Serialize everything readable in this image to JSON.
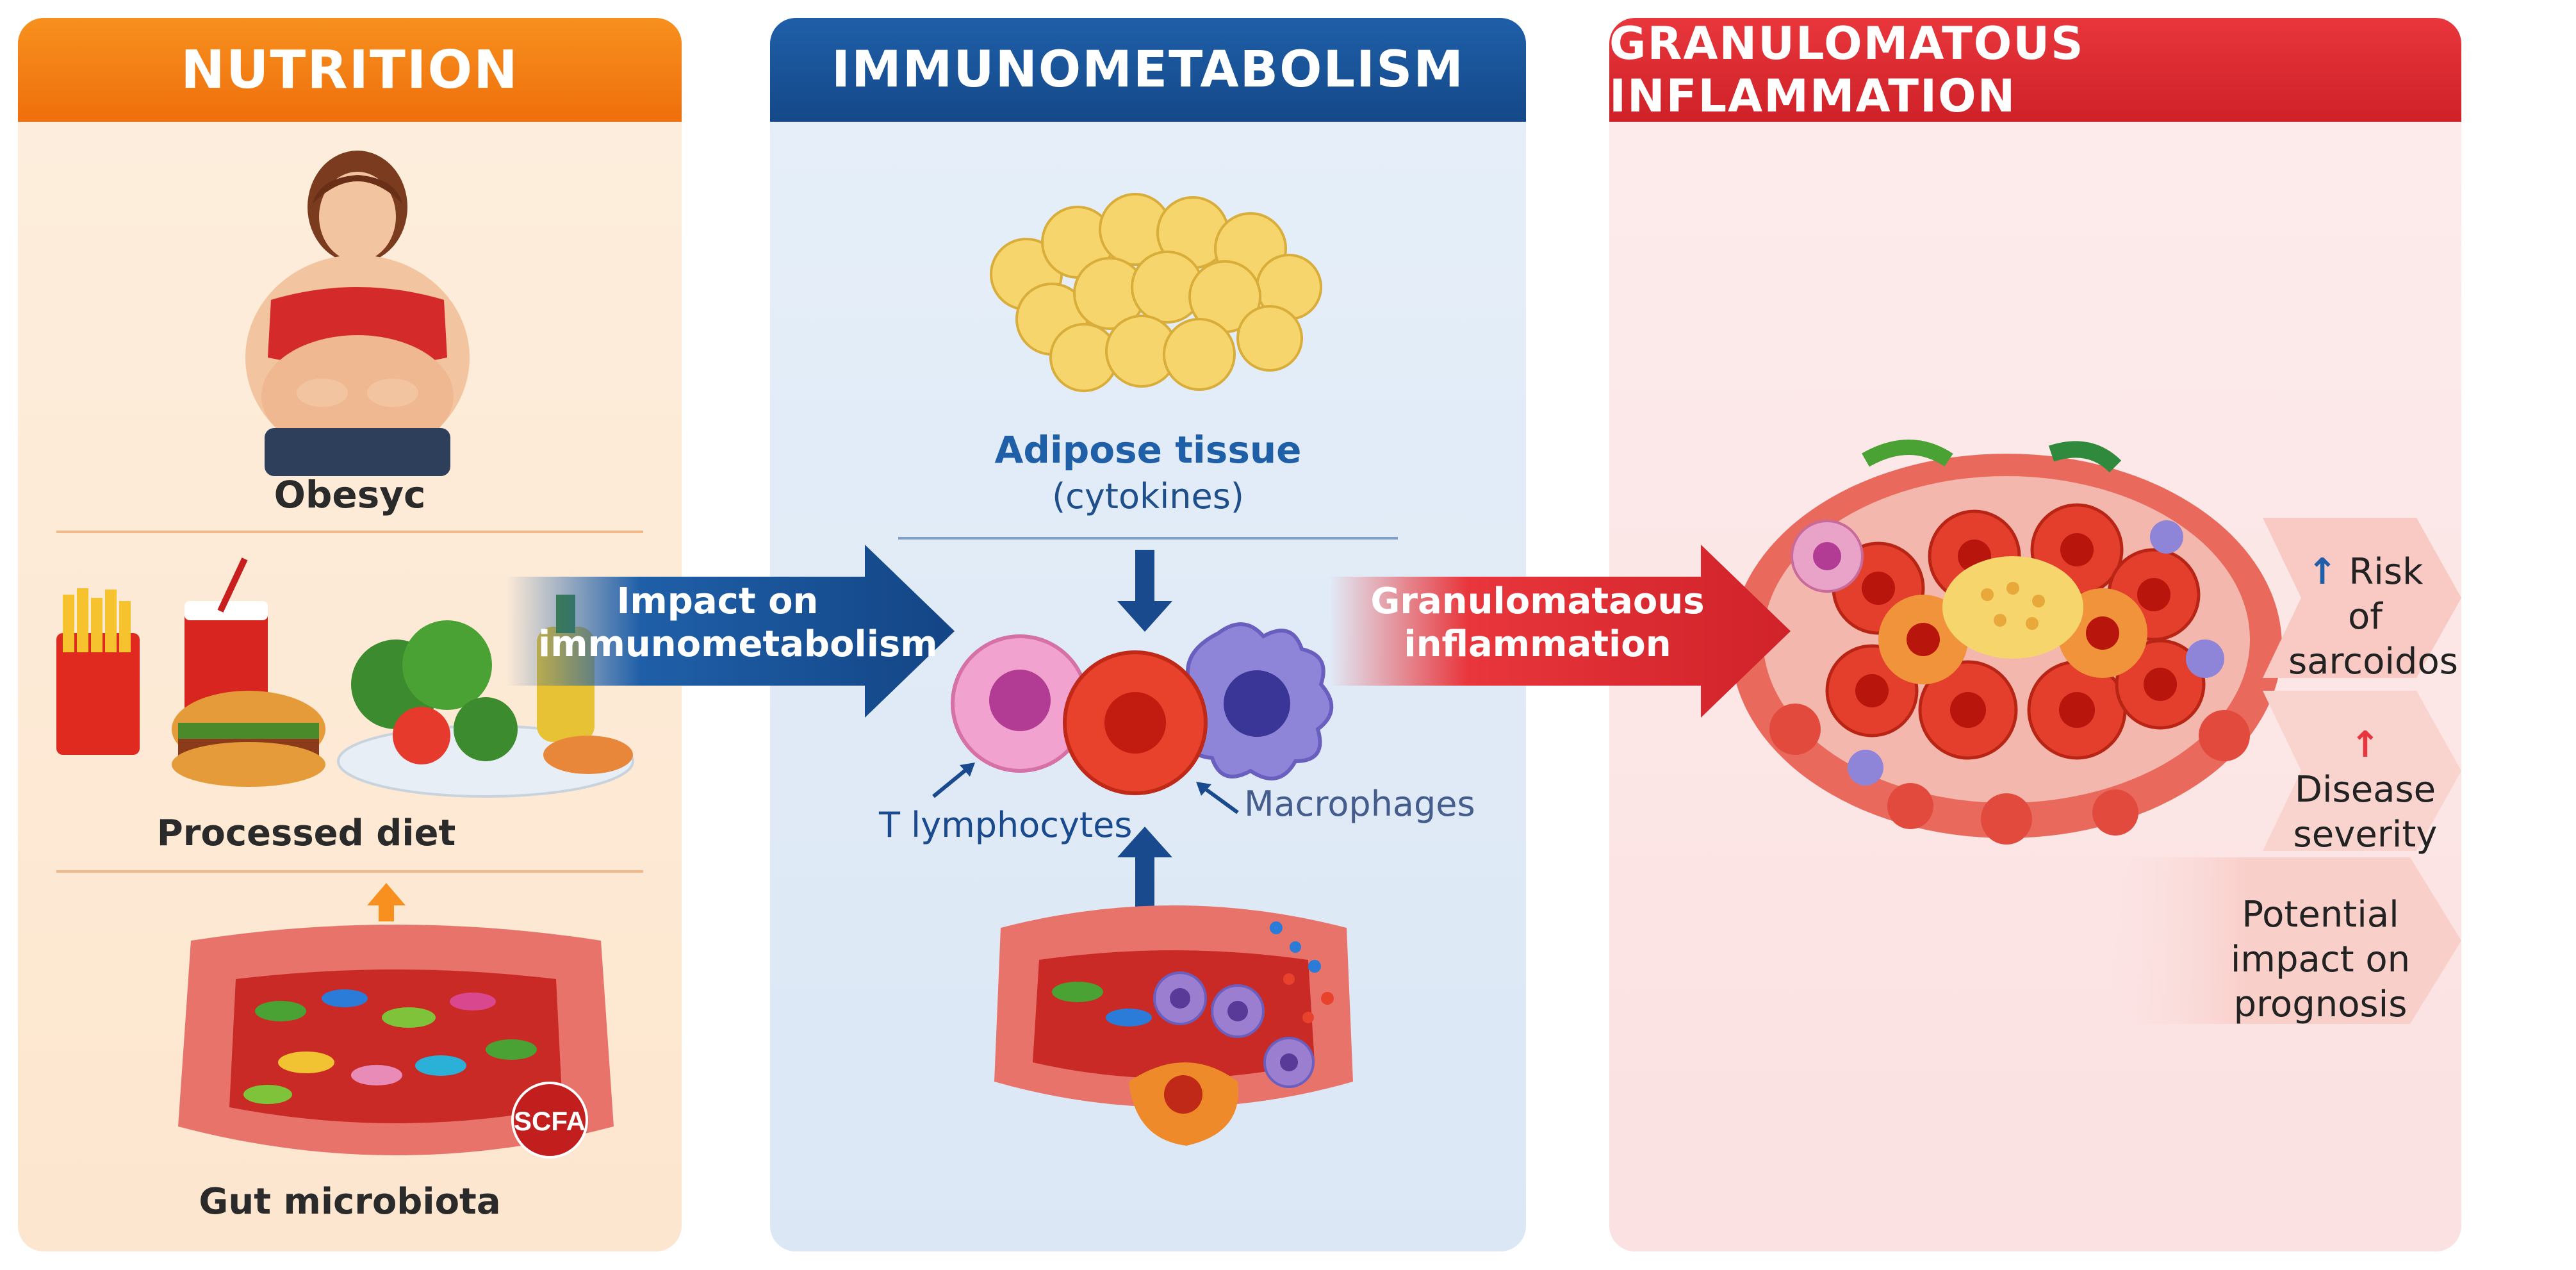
{
  "panels": {
    "nutrition": {
      "title": "NUTRITION",
      "items": {
        "obesity": "Obesyc",
        "processed_diet": "Processed diet",
        "gut_microbiota": "Gut microbiota",
        "scfa": "SCFA"
      }
    },
    "immunometabolism": {
      "title": "IMMUNOMETABOLISM",
      "adipose_line1": "Adipose tissue",
      "adipose_line2": "(cytokines)",
      "t_lymphocytes": "T lymphocytes",
      "macrophages": "Macrophages"
    },
    "granulomatous": {
      "title": "GRANULOMATOUS INFLAMMATION",
      "outcomes": [
        {
          "line1": "Risk of",
          "line2": "sarcoidosis",
          "arrow": "↑"
        },
        {
          "line1": "Disease",
          "line2": "severity",
          "arrow": "↑"
        },
        {
          "line1": "Potential",
          "line2": "impact on prognosis",
          "arrow": ""
        }
      ]
    }
  },
  "arrows": {
    "impact": {
      "line1": "Impact on",
      "line2": "immunometabolism"
    },
    "granulomatous": {
      "line1": "Granulomataous",
      "line2": "inflammation"
    }
  },
  "colors": {
    "orange": "#f7901e",
    "blue": "#1f5fa8",
    "red": "#e8363c"
  }
}
